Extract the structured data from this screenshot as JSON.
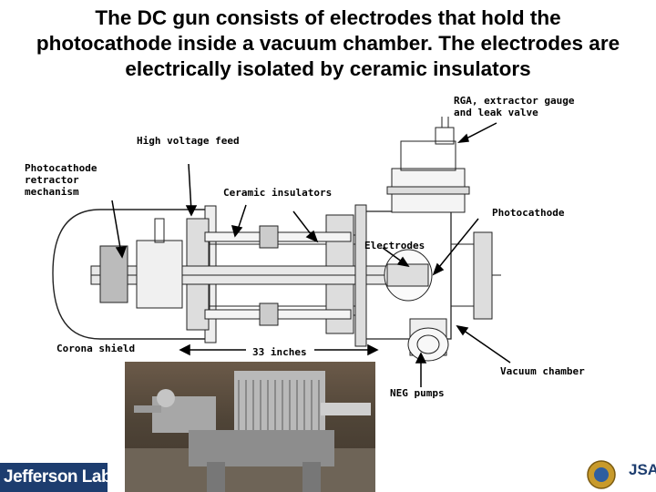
{
  "title": {
    "line1": "The DC gun consists of electrodes that hold the",
    "line2": "photocathode inside a vacuum chamber. The electrodes are",
    "line3": "electrically isolated by ceramic insulators"
  },
  "labels": {
    "rga": "RGA, extractor gauge\nand leak valve",
    "hv_feed": "High voltage feed",
    "retractor": "Photocathode\nretractor\nmechanism",
    "ceramic": "Ceramic insulators",
    "photocathode": "Photocathode",
    "electrodes": "Electrodes",
    "corona": "Corona shield",
    "length": "33 inches",
    "vacuum": "Vacuum chamber",
    "neg": "NEG pumps"
  },
  "footer": {
    "logo": "Jefferson Lab",
    "partner_logo": "JSA"
  }
}
